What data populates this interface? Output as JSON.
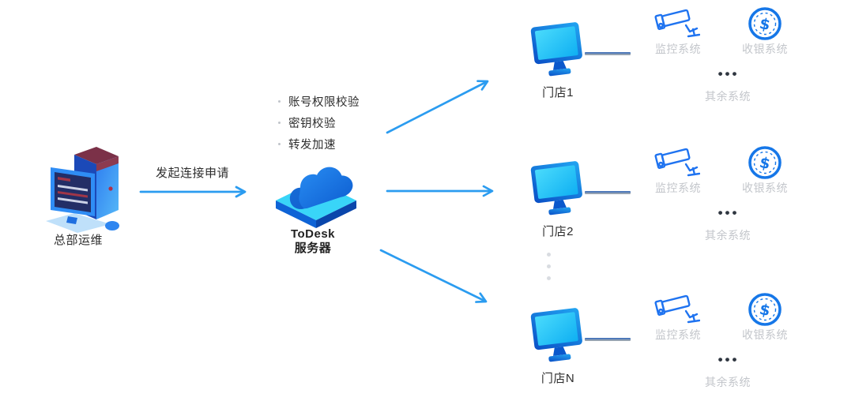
{
  "diagram": {
    "hq": {
      "label": "总部运维",
      "icon": "desktop-computer-icon"
    },
    "request": {
      "label": "发起连接申请",
      "icon": "arrow-right-icon"
    },
    "server": {
      "features": [
        "账号权限校验",
        "密钥校验",
        "转发加速"
      ],
      "name_line1": "ToDesk",
      "name_line2": "服务器",
      "icon": "cloud-server-icon"
    },
    "stores": [
      {
        "label": "门店1"
      },
      {
        "label": "门店2"
      },
      {
        "label": "门店N"
      }
    ],
    "systems": {
      "monitoring_label": "监控系统",
      "cashier_label": "收银系统",
      "others_dots": "•••",
      "others_label": "其余系统",
      "monitoring_icon": "cctv-camera-icon",
      "cashier_icon": "dollar-coin-icon"
    },
    "colors": {
      "arrow_blue": "#2b9cf0",
      "icon_blue": "#1677e8",
      "screen_cyan": "#29c6f6",
      "platform_cyan": "#39d5f8",
      "gray_label": "#c3c6cb",
      "dark_text": "#2d2d2d",
      "connector_blue_gray": "#4e79b9"
    }
  }
}
